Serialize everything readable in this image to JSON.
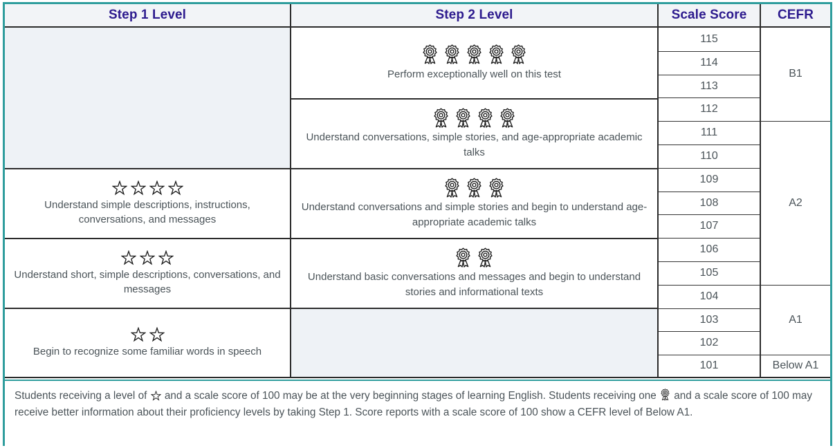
{
  "table": {
    "headers": [
      {
        "key": "step1",
        "label": "Step 1 Level"
      },
      {
        "key": "step2",
        "label": "Step 2 Level"
      },
      {
        "key": "scale",
        "label": "Scale Score"
      },
      {
        "key": "cefr",
        "label": "CEFR"
      }
    ],
    "step1_rows": [
      {
        "stars": 0,
        "text": "",
        "shaded": true
      },
      {
        "stars": 4,
        "text": "Understand simple descriptions, instructions, conversations, and messages",
        "shaded": false
      },
      {
        "stars": 3,
        "text": "Understand short, simple descriptions, conversations, and messages",
        "shaded": false
      },
      {
        "stars": 2,
        "text": "Begin to recognize some familiar words in speech",
        "shaded": false
      }
    ],
    "step2_rows": [
      {
        "ribbons": 5,
        "text": "Perform exceptionally well on this test",
        "shaded": false
      },
      {
        "ribbons": 4,
        "text": "Understand conversations, simple stories, and age-appropriate academic talks",
        "shaded": false
      },
      {
        "ribbons": 3,
        "text": "Understand conversations and simple stories and begin to understand age-appropriate academic talks",
        "shaded": false
      },
      {
        "ribbons": 2,
        "text": "Understand basic conversations and messages and begin to understand stories and informational texts",
        "shaded": false
      },
      {
        "ribbons": 0,
        "text": "",
        "shaded": true
      }
    ],
    "scale_scores": [
      "115",
      "114",
      "113",
      "112",
      "111",
      "110",
      "109",
      "108",
      "107",
      "106",
      "105",
      "104",
      "103",
      "102",
      "101"
    ],
    "cefr_levels": [
      {
        "label": "B1",
        "span": 4
      },
      {
        "label": "A2",
        "span": 7
      },
      {
        "label": "A1",
        "span": 3
      },
      {
        "label": "Below A1",
        "span": 1
      }
    ]
  },
  "footnote": {
    "part1": "Students receiving a level of ",
    "star_icon": "star-icon",
    "part2": " and a scale score of 100 may be at the very beginning stages of learning English. Students receiving one ",
    "ribbon_icon": "ribbon-icon",
    "part3": " and a scale score of 100 may receive better information about their proficiency levels by taking Step 1. Score reports with a scale score of 100 show a CEFR level of Below A1."
  },
  "colors": {
    "frame": "#2f9d9d",
    "header_text": "#2d1b8e",
    "header_bg": "#f2f4f7",
    "shaded_cell": "#eef2f6",
    "grid": "#2b2b2b",
    "body_text": "#4a5358"
  }
}
